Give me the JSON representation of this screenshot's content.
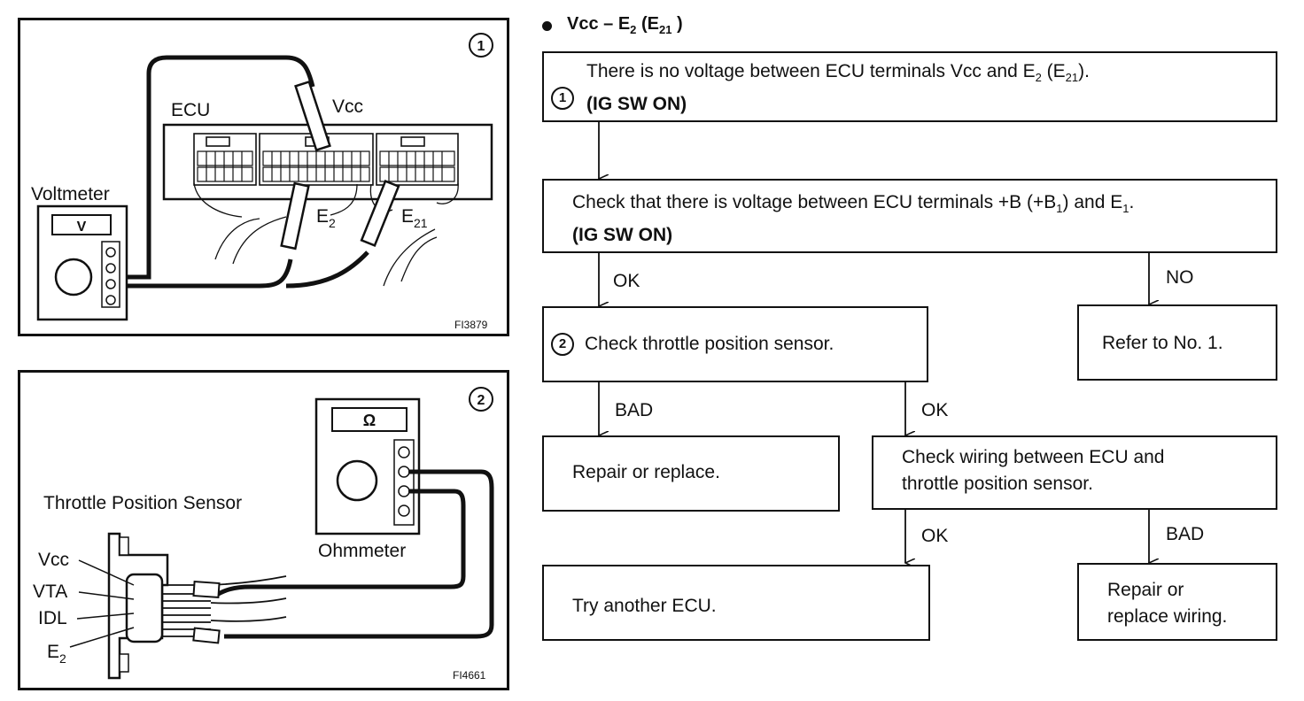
{
  "figure1": {
    "number": "1",
    "labels": {
      "ecu": "ECU",
      "vcc": "Vcc",
      "e2": "E",
      "e2_sub": "2",
      "e21": "E",
      "e21_sub": "21",
      "voltmeter": "Voltmeter",
      "meter_symbol": "V"
    },
    "code": "FI3879"
  },
  "figure2": {
    "number": "2",
    "labels": {
      "sensor": "Throttle Position Sensor",
      "ohmmeter": "Ohmmeter",
      "meter_symbol": "Ω",
      "vcc": "Vcc",
      "vta": "VTA",
      "idl": "IDL",
      "e2": "E",
      "e2_sub": "2"
    },
    "code": "FI4661"
  },
  "flowchart": {
    "heading": {
      "main": "Vcc – E",
      "sub1": "2",
      "mid": " (E",
      "sub2": "21",
      "end": " )"
    },
    "box1": {
      "step": "1",
      "line1_a": "There is no voltage between ECU terminals Vcc and E",
      "line1_sub": "2",
      "line1_b": " (E",
      "line1_sub2": "21",
      "line1_c": ").",
      "line2": "(IG SW ON)"
    },
    "box2": {
      "line1_a": "Check that there is voltage between ECU terminals +B (+B",
      "line1_sub": "1",
      "line1_b": ") and E",
      "line1_sub2": "1",
      "line1_c": ".",
      "line2": "(IG SW ON)"
    },
    "arrow_ok1": "OK",
    "arrow_no": "NO",
    "box3": {
      "step": "2",
      "text": "Check throttle position sensor."
    },
    "box_refer": "Refer to No. 1.",
    "arrow_bad1": "BAD",
    "arrow_ok2": "OK",
    "box_repair": "Repair or replace.",
    "box_wiring": {
      "line1": "Check wiring between ECU and",
      "line2": "throttle position sensor."
    },
    "arrow_ok3": "OK",
    "arrow_bad2": "BAD",
    "box_try": "Try another ECU.",
    "box_repair_wiring": {
      "line1": "Repair or",
      "line2": "replace wiring."
    }
  }
}
